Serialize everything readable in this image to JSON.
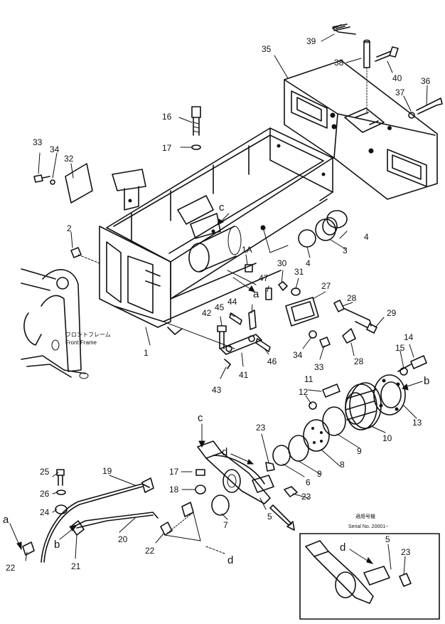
{
  "callouts": [
    "1",
    "1A",
    "2",
    "3",
    "4",
    "4",
    "5",
    "5",
    "6",
    "7",
    "8",
    "9",
    "9",
    "10",
    "11",
    "12",
    "13",
    "14",
    "15",
    "16",
    "17",
    "17",
    "18",
    "19",
    "20",
    "21",
    "22",
    "22",
    "23",
    "23",
    "23",
    "24",
    "25",
    "26",
    "27",
    "28",
    "28",
    "29",
    "30",
    "31",
    "32",
    "33",
    "33",
    "34",
    "34",
    "35",
    "36",
    "37",
    "38",
    "39",
    "40",
    "41",
    "42",
    "43",
    "44",
    "45",
    "46",
    "47"
  ],
  "arrow_labels": [
    "a",
    "a",
    "b",
    "b",
    "c",
    "c",
    "d",
    "d",
    "d"
  ],
  "front_frame_jp": "フロントフレーム",
  "front_frame_en": "Front Frame",
  "serial_jp": "適用号機",
  "serial_en": "Serial No. 20001~"
}
